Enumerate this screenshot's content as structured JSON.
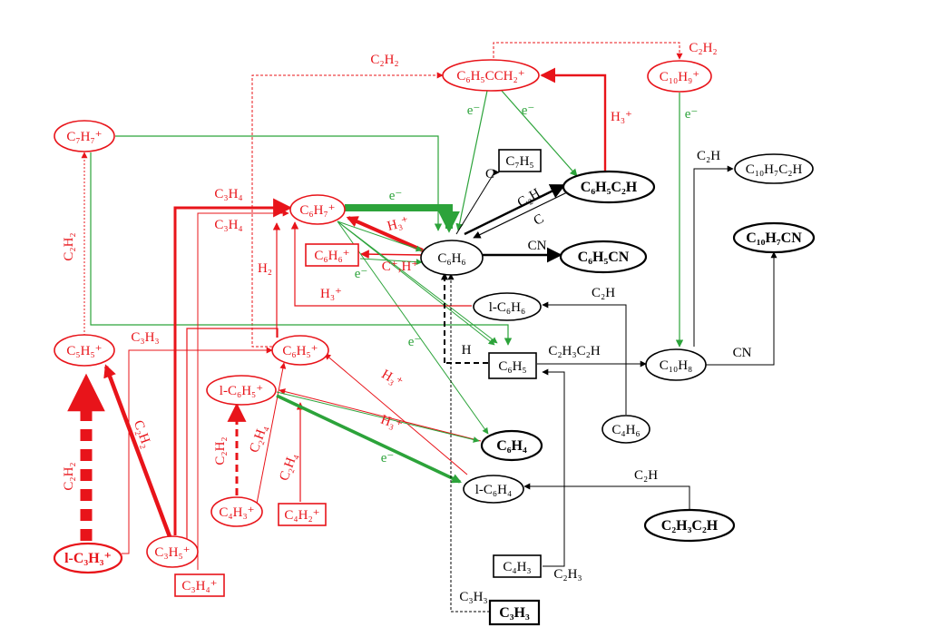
{
  "colors": {
    "ion": "#e8141a",
    "neutral": "#000000",
    "electron": "#2ca33a"
  },
  "species": [
    {
      "id": "c6h5cch2p",
      "label": "C₆H₅CCH₂⁺",
      "kind": "ion",
      "shape": "ellipse",
      "bold": false
    },
    {
      "id": "c10h9p",
      "label": "C₁₀H₉⁺",
      "kind": "ion",
      "shape": "ellipse",
      "bold": false
    },
    {
      "id": "c7h7p",
      "label": "C₇H₇⁺",
      "kind": "ion",
      "shape": "ellipse",
      "bold": false
    },
    {
      "id": "c7h5",
      "label": "C₇H₅",
      "kind": "neutral",
      "shape": "box",
      "bold": false
    },
    {
      "id": "c6h5c2h",
      "label": "C₆H₅C₂H",
      "kind": "neutral",
      "shape": "ellipse",
      "bold": true
    },
    {
      "id": "c10h7c2h",
      "label": "C₁₀H₇C₂H",
      "kind": "neutral",
      "shape": "ellipse",
      "bold": false
    },
    {
      "id": "c6h7p",
      "label": "C₆H₇⁺",
      "kind": "ion",
      "shape": "ellipse",
      "bold": false
    },
    {
      "id": "c6h6p",
      "label": "C₆H₆⁺",
      "kind": "ion",
      "shape": "box",
      "bold": false
    },
    {
      "id": "c6h6",
      "label": "C₆H₆",
      "kind": "neutral",
      "shape": "ellipse",
      "bold": false
    },
    {
      "id": "c6h5cn",
      "label": "C₆H₅CN",
      "kind": "neutral",
      "shape": "ellipse",
      "bold": true
    },
    {
      "id": "c10h7cn",
      "label": "C₁₀H₇CN",
      "kind": "neutral",
      "shape": "ellipse",
      "bold": true
    },
    {
      "id": "lc6h6",
      "label": "l-C₆H₆",
      "kind": "neutral",
      "shape": "ellipse",
      "bold": false
    },
    {
      "id": "c5h5p",
      "label": "C₅H₅⁺",
      "kind": "ion",
      "shape": "ellipse",
      "bold": false
    },
    {
      "id": "c6h5p",
      "label": "C₆H₅⁺",
      "kind": "ion",
      "shape": "ellipse",
      "bold": false
    },
    {
      "id": "c6h5",
      "label": "C₆H₅",
      "kind": "neutral",
      "shape": "box",
      "bold": false
    },
    {
      "id": "c10h8",
      "label": "C₁₀H₈",
      "kind": "neutral",
      "shape": "ellipse",
      "bold": false
    },
    {
      "id": "lc6h5p",
      "label": "l-C₆H₅⁺",
      "kind": "ion",
      "shape": "ellipse",
      "bold": false
    },
    {
      "id": "c4h6",
      "label": "C₄H₆",
      "kind": "neutral",
      "shape": "ellipse",
      "bold": false
    },
    {
      "id": "c6h4",
      "label": "C₆H₄",
      "kind": "neutral",
      "shape": "ellipse",
      "bold": true
    },
    {
      "id": "lc6h4",
      "label": "l-C₆H₄",
      "kind": "neutral",
      "shape": "ellipse",
      "bold": false
    },
    {
      "id": "c2h3c2h",
      "label": "C₂H₃C₂H",
      "kind": "neutral",
      "shape": "ellipse",
      "bold": true
    },
    {
      "id": "c4h3p",
      "label": "C₄H₃⁺",
      "kind": "ion",
      "shape": "ellipse",
      "bold": false
    },
    {
      "id": "c4h2p",
      "label": "C₄H₂⁺",
      "kind": "ion",
      "shape": "box",
      "bold": false
    },
    {
      "id": "lc3h3p",
      "label": "l-C₃H₃⁺",
      "kind": "ion",
      "shape": "ellipse",
      "bold": true
    },
    {
      "id": "c3h5p",
      "label": "C₃H₅⁺",
      "kind": "ion",
      "shape": "ellipse",
      "bold": false
    },
    {
      "id": "c3h4p",
      "label": "C₃H₄⁺",
      "kind": "ion",
      "shape": "box",
      "bold": false
    },
    {
      "id": "c4h3",
      "label": "C₄H₃",
      "kind": "neutral",
      "shape": "box",
      "bold": false
    },
    {
      "id": "c3h3",
      "label": "C₃H₃",
      "kind": "neutral",
      "shape": "box",
      "bold": true
    }
  ],
  "reactant_labels": [
    {
      "id": "r_c2h2_top",
      "text": "C₂H₂",
      "kind": "ion"
    },
    {
      "id": "r_c2h2_topright",
      "text": "C₂H₂",
      "kind": "ion"
    },
    {
      "id": "r_e_1",
      "text": "e⁻",
      "kind": "electron"
    },
    {
      "id": "r_e_2",
      "text": "e⁻",
      "kind": "electron"
    },
    {
      "id": "r_h3p_1",
      "text": "H₃⁺",
      "kind": "ion"
    },
    {
      "id": "r_e_3",
      "text": "e⁻",
      "kind": "electron"
    },
    {
      "id": "r_c",
      "text": "C",
      "kind": "neutral"
    },
    {
      "id": "r_c2h_1",
      "text": "C₂H",
      "kind": "neutral"
    },
    {
      "id": "r_c3h4_1",
      "text": "C₃H₄",
      "kind": "ion"
    },
    {
      "id": "r_e_4",
      "text": "e⁻",
      "kind": "electron"
    },
    {
      "id": "r_c2h_2",
      "text": "C₂H",
      "kind": "neutral"
    },
    {
      "id": "r_c_2",
      "text": "C",
      "kind": "neutral"
    },
    {
      "id": "r_c3h4_2",
      "text": "C₃H₄",
      "kind": "ion"
    },
    {
      "id": "r_h3p_2",
      "text": "H₃⁺",
      "kind": "ion"
    },
    {
      "id": "r_c2h2_left",
      "text": "C₂H₂",
      "kind": "ion"
    },
    {
      "id": "r_cn_1",
      "text": "CN",
      "kind": "neutral"
    },
    {
      "id": "r_cph",
      "text": "C⁺,H⁺",
      "kind": "ion"
    },
    {
      "id": "r_e_5",
      "text": "e⁻",
      "kind": "electron"
    },
    {
      "id": "r_h2",
      "text": "H₂",
      "kind": "ion"
    },
    {
      "id": "r_c2h_3",
      "text": "C₂H",
      "kind": "neutral"
    },
    {
      "id": "r_h3p_3",
      "text": "H₃⁺",
      "kind": "ion"
    },
    {
      "id": "r_c3h3_1",
      "text": "C₃H₃",
      "kind": "ion"
    },
    {
      "id": "r_e_6",
      "text": "e⁻",
      "kind": "electron"
    },
    {
      "id": "r_h",
      "text": "H",
      "kind": "neutral"
    },
    {
      "id": "r_c2h3c2h",
      "text": "C₂H₃C₂H",
      "kind": "neutral"
    },
    {
      "id": "r_cn_2",
      "text": "CN",
      "kind": "neutral"
    },
    {
      "id": "r_h3p_4",
      "text": "H₃⁺",
      "kind": "ion"
    },
    {
      "id": "r_h3p_5",
      "text": "H₃⁺",
      "kind": "ion"
    },
    {
      "id": "r_c2h4_1",
      "text": "C₂H₄",
      "kind": "ion"
    },
    {
      "id": "r_c2h2_2",
      "text": "C₂H₂",
      "kind": "ion"
    },
    {
      "id": "r_c2h2_3",
      "text": "C₂H₂",
      "kind": "ion"
    },
    {
      "id": "r_c4h4",
      "text": "C₂H₄",
      "kind": "ion"
    },
    {
      "id": "r_c2h2_4",
      "text": "C₂H₂",
      "kind": "ion"
    },
    {
      "id": "r_e_7",
      "text": "e⁻",
      "kind": "electron"
    },
    {
      "id": "r_c2h_4",
      "text": "C₂H",
      "kind": "neutral"
    },
    {
      "id": "r_c2h3",
      "text": "C₂H₃",
      "kind": "neutral"
    },
    {
      "id": "r_c3h3_2",
      "text": "C₃H₃",
      "kind": "neutral"
    }
  ]
}
